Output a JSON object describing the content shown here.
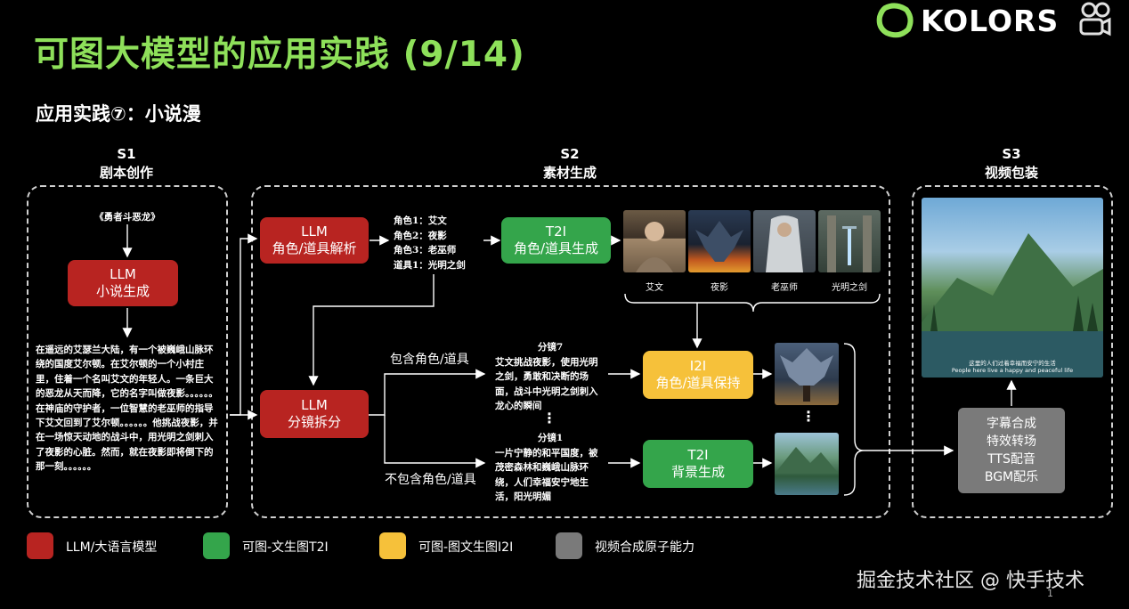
{
  "header": {
    "title": "可图大模型的应用实践 (9/14)",
    "subtitle": "应用实践⑦：小说漫",
    "logo_text": "KOLORS"
  },
  "stages": {
    "s1": {
      "id": "S1",
      "name": "剧本创作"
    },
    "s2": {
      "id": "S2",
      "name": "素材生成"
    },
    "s3": {
      "id": "S3",
      "name": "视频包装"
    }
  },
  "s1": {
    "book_title": "《勇者斗恶龙》",
    "llm_box": {
      "line1": "LLM",
      "line2": "小说生成"
    },
    "novel_text": "在遥远的艾瑟兰大陆，有一个被巍峨山脉环绕的国度艾尔顿。在艾尔顿的一个小村庄里，住着一个名叫艾文的年轻人。一条巨大的恶龙从天而降，它的名字叫做夜影。。。。。。在神庙的守护者，一位智慧的老巫师的指导下艾文回到了艾尔顿。。。。。。他挑战夜影，并在一场惊天动地的战斗中，用光明之剑刺入了夜影的心脏。然而，就在夜影即将倒下的那一刻。。。。。。"
  },
  "s2": {
    "llm_parse": {
      "line1": "LLM",
      "line2": "角色/道具解析"
    },
    "roles": [
      "角色1：艾文",
      "角色2：夜影",
      "角色3：老巫师",
      "道具1：光明之剑"
    ],
    "t2i_role": {
      "line1": "T2I",
      "line2": "角色/道具生成"
    },
    "thumb_captions": [
      "艾文",
      "夜影",
      "老巫师",
      "光明之剑"
    ],
    "llm_split": {
      "line1": "LLM",
      "line2": "分镜拆分"
    },
    "branch_with": "包含角色/道具",
    "branch_without": "不包含角色/道具",
    "shot7": {
      "title": "分镜7",
      "text": "艾文挑战夜影，使用光明之剑，勇敢和决断的场面，战斗中光明之剑刺入龙心的瞬间"
    },
    "shot1": {
      "title": "分镜1",
      "text": "一片宁静的和平国度，被茂密森林和巍峨山脉环绕，人们幸福安宁地生活，阳光明媚"
    },
    "i2i": {
      "line1": "I2I",
      "line2": "角色/道具保持"
    },
    "t2i_bg": {
      "line1": "T2I",
      "line2": "背景生成"
    },
    "dots": "⋮"
  },
  "s3": {
    "preview_caption_cn": "这里的人们过着幸福而安宁的生活",
    "preview_caption_en": "People here live a happy and peaceful life",
    "compose": [
      "字幕合成",
      "特效转场",
      "TTS配音",
      "BGM配乐"
    ]
  },
  "legend": [
    {
      "label": "LLM/大语言模型",
      "color": "#b82421"
    },
    {
      "label": "可图-文生图T2I",
      "color": "#34a54b"
    },
    {
      "label": "可图-图文生图I2I",
      "color": "#f6c13a"
    },
    {
      "label": "视频合成原子能力",
      "color": "#7a7a7a"
    }
  ],
  "footer": {
    "watermark": "掘金技术社区 @ 快手技术",
    "page_num": "1"
  }
}
